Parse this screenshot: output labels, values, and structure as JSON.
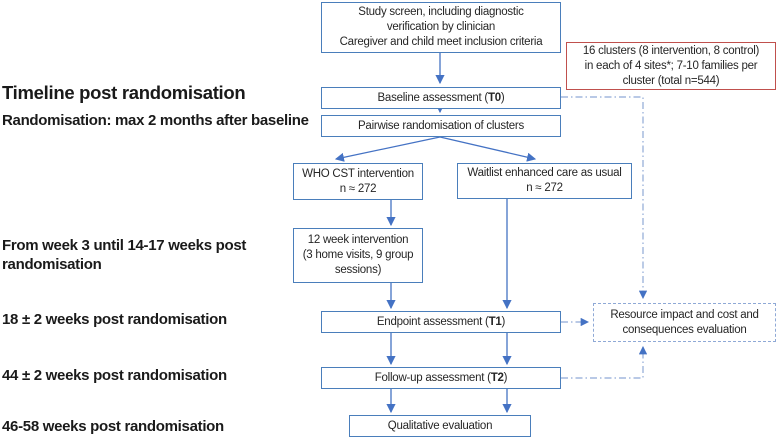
{
  "left_labels": {
    "timeline_title": "Timeline post randomisation",
    "randomisation": "Randomisation: max 2 months after baseline",
    "week3": {
      "lines": [
        "From week 3 until 14-17 weeks post",
        "randomisation"
      ]
    },
    "weeks18": "18 ± 2 weeks post randomisation",
    "weeks44": "44 ± 2 weeks post randomisation",
    "weeks46_58": "46-58 weeks post randomisation"
  },
  "flow": {
    "study_screen": {
      "lines": [
        "Study screen, including diagnostic",
        "verification by clinician",
        "Caregiver and child meet inclusion criteria"
      ]
    },
    "baseline": {
      "prefix": "Baseline assessment (",
      "bold": "T0",
      "suffix": ")"
    },
    "pairwise": "Pairwise randomisation of clusters",
    "who_cst": {
      "lines": [
        "WHO CST intervention",
        "n ≈ 272"
      ]
    },
    "waitlist": {
      "lines": [
        "Waitlist enhanced care as usual",
        "n ≈ 272"
      ]
    },
    "intervention_12wk": {
      "lines": [
        "12 week intervention",
        "(3 home visits, 9 group",
        "sessions)"
      ]
    },
    "endpoint": {
      "prefix": "Endpoint assessment (",
      "bold": "T1",
      "suffix": ")"
    },
    "followup": {
      "prefix": "Follow-up assessment (",
      "bold": "T2",
      "suffix": ")"
    },
    "qualitative": "Qualitative evaluation"
  },
  "annotations": {
    "clusters": {
      "lines": [
        "16 clusters (8 intervention, 8 control)",
        "in each of 4 sites*; 7-10 families per",
        "cluster (total n=544)"
      ]
    },
    "resource": {
      "lines": [
        "Resource impact and cost and",
        "consequences evaluation"
      ]
    }
  },
  "colors": {
    "box_border": "#4a7ebb",
    "arrow": "#4472c4",
    "dashed_line": "#8fa9d6",
    "red_border": "#c0504d",
    "text": "#262626",
    "label_text": "#1a1a1a"
  }
}
